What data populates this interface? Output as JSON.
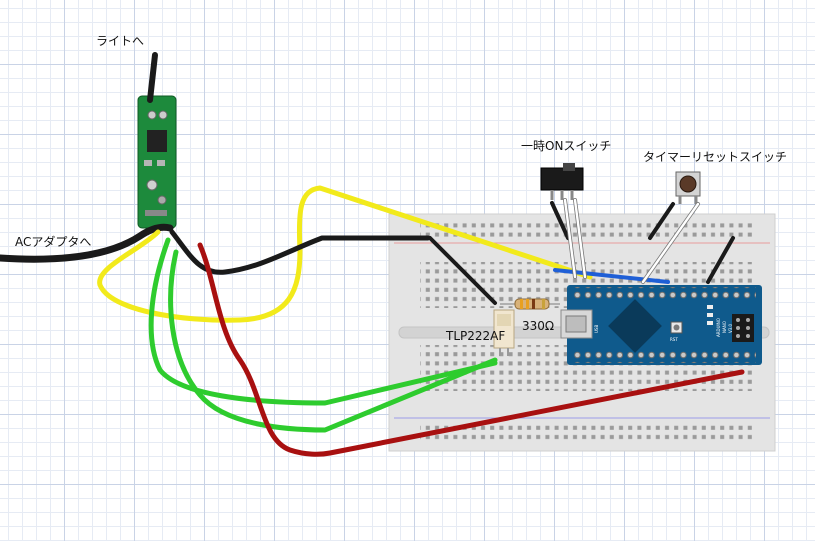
{
  "labels": {
    "light": "ライトへ",
    "ac_adapter": "ACアダプタへ",
    "momentary_switch": "一時ONスイッチ",
    "timer_reset_switch": "タイマーリセットスイッチ",
    "optocoupler": "TLP222AF",
    "resistor": "330Ω"
  },
  "board_text": {
    "arduino_name": "ARDUINO",
    "arduino_model": "NANO",
    "arduino_version": "V3.0",
    "usb_label": "USB",
    "reset_label": "RST"
  },
  "colors": {
    "breadboard": "#e4e4e4",
    "pcb": "#1d8a3c",
    "arduino": "#0f5a8c",
    "wire_yellow": "#f2ea1b",
    "wire_black": "#1a1a1a",
    "wire_green": "#2ecc2e",
    "wire_red": "#a81010",
    "wire_blue": "#1f5fd6",
    "wire_white": "#ffffff"
  },
  "icons": {
    "breadboard": "breadboard-icon",
    "arduino": "arduino-nano-icon",
    "switch": "slide-switch-icon",
    "button": "pushbutton-icon",
    "resistor": "resistor-icon",
    "optocoupler": "optocoupler-icon"
  }
}
